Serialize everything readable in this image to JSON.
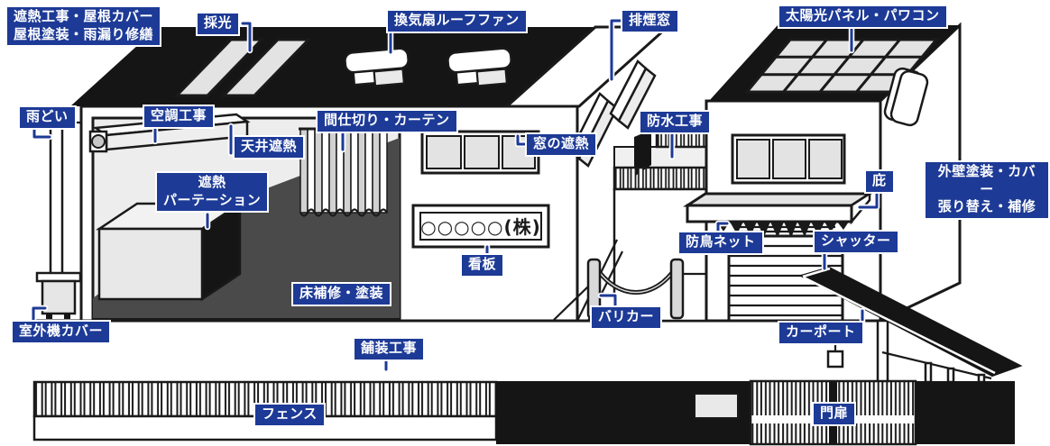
{
  "scene": {
    "colors": {
      "accent": "#1d3a96",
      "roof_black": "#151515",
      "floor_dark": "#4a4a4a",
      "panel_gray": "#e3e3e3"
    },
    "sign_text": "○○○○○(株)",
    "labels": {
      "roof_multi": "遮熱工事・屋根カバー\n屋根塗装・雨漏り修繕",
      "daylighting": "採光",
      "roof_fan": "換気扇ルーフファン",
      "smoke_window": "排煙窓",
      "solar": "太陽光パネル・パワコン",
      "rain_gutter": "雨どい",
      "hvac": "空調工事",
      "partition_curtain": "間仕切り・カーテン",
      "ceiling_shield": "天井遮熱",
      "window_shield": "窓の遮熱",
      "waterproof": "防水工事",
      "heat_partition": "遮熱\nパーテーション",
      "exterior_wall": "外壁塗装・カバー\n張り替え・補修",
      "eaves": "庇",
      "signboard": "看板",
      "bird_net": "防鳥ネット",
      "shutter": "シャッター",
      "floor_repair": "床補修・塗装",
      "bollard": "バリカー",
      "outdoor_unit_cover": "室外機カバー",
      "carport": "カーポート",
      "paving": "舗装工事",
      "fence": "フェンス",
      "gate": "門扉"
    }
  }
}
